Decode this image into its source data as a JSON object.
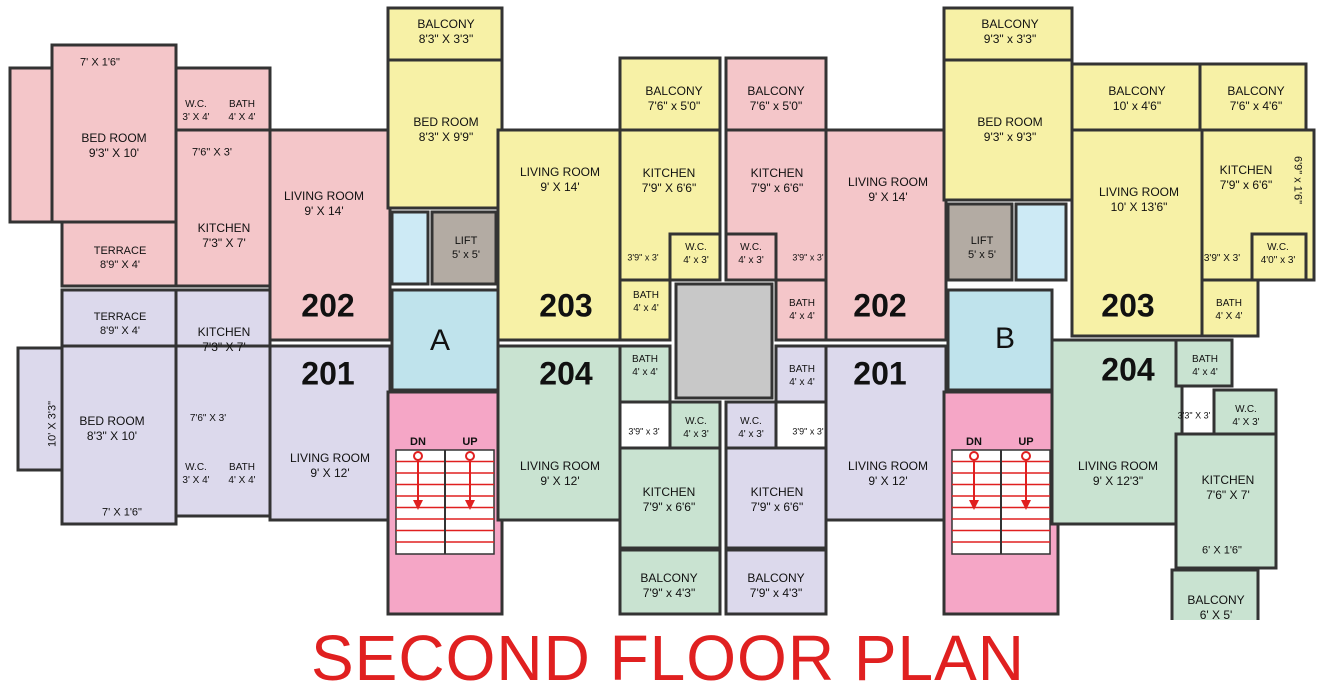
{
  "title": "SECOND FLOOR PLAN",
  "colors": {
    "unit_202": "#f4c6c9",
    "unit_201": "#dcd9ec",
    "unit_203": "#f7f1a6",
    "unit_204": "#c9e3d1",
    "wing_label": "#bfe3ec",
    "lift": "#b3aba3",
    "shaft": "#cdeaf5",
    "staircase": "#f5a6c6",
    "core": "#c8c8c8",
    "title": "#e02020",
    "walls": "#333333",
    "stair_arrow": "#e02020"
  },
  "flats": [
    "202",
    "201",
    "203",
    "204",
    "202",
    "201",
    "203",
    "204"
  ],
  "wings": [
    "A",
    "B"
  ],
  "stairs": {
    "down": "DN",
    "up": "UP"
  },
  "rooms": [
    {
      "name": "",
      "size": "7' X 1'6\""
    },
    {
      "name": "BED ROOM",
      "size": "9'3\" X 10'"
    },
    {
      "name": "W.C.",
      "size": "3' X 4'"
    },
    {
      "name": "BATH",
      "size": "4' X 4'"
    },
    {
      "name": "",
      "size": "7'6\" X 3'"
    },
    {
      "name": "KITCHEN",
      "size": "7'3\" X 7'"
    },
    {
      "name": "TERRACE",
      "size": "8'9\" X 4'"
    },
    {
      "name": "LIVING ROOM",
      "size": "9' X 14'"
    },
    {
      "name": "TERRACE",
      "size": "8'9\" X 4'"
    },
    {
      "name": "KITCHEN",
      "size": "7'3\" X 7'"
    },
    {
      "name": "BED ROOM",
      "size": "8'3\" X 10'"
    },
    {
      "name": "",
      "size": "7'6\" X 3'"
    },
    {
      "name": "W.C.",
      "size": "3' X 4'"
    },
    {
      "name": "BATH",
      "size": "4' X 4'"
    },
    {
      "name": "",
      "size": "7' X 1'6\""
    },
    {
      "name": "",
      "size": "10' X 3'3\""
    },
    {
      "name": "LIVING ROOM",
      "size": "9' X 12'"
    },
    {
      "name": "BALCONY",
      "size": "8'3\" X 3'3\""
    },
    {
      "name": "BED ROOM",
      "size": "8'3\" X 9'9\""
    },
    {
      "name": "LIFT",
      "size": "5' x 5'"
    },
    {
      "name": "BALCONY",
      "size": "7'6\" x 5'0\""
    },
    {
      "name": "LIVING ROOM",
      "size": "9' X 14'"
    },
    {
      "name": "KITCHEN",
      "size": "7'9\" X 6'6\""
    },
    {
      "name": "",
      "size": "3'9\" x 3'"
    },
    {
      "name": "W.C.",
      "size": "4' x 3'"
    },
    {
      "name": "BATH",
      "size": "4' x 4'"
    },
    {
      "name": "BATH",
      "size": "4' x 4'"
    },
    {
      "name": "",
      "size": "3'9\" x 3'"
    },
    {
      "name": "W.C.",
      "size": "4' x 3'"
    },
    {
      "name": "LIVING ROOM",
      "size": "9' X 12'"
    },
    {
      "name": "KITCHEN",
      "size": "7'9\" x 6'6\""
    },
    {
      "name": "BALCONY",
      "size": "7'9\" x 4'3\""
    },
    {
      "name": "BALCONY",
      "size": "7'6\" x 5'0\""
    },
    {
      "name": "KITCHEN",
      "size": "7'9\" x 6'6\""
    },
    {
      "name": "W.C.",
      "size": "4' x 3'"
    },
    {
      "name": "",
      "size": "3'9\" x 3'"
    },
    {
      "name": "BATH",
      "size": "4' x 4'"
    },
    {
      "name": "LIVING ROOM",
      "size": "9' X 14'"
    },
    {
      "name": "BATH",
      "size": "4' x 4'"
    },
    {
      "name": "W.C.",
      "size": "4' x 3'"
    },
    {
      "name": "",
      "size": "3'9\" x 3'"
    },
    {
      "name": "KITCHEN",
      "size": "7'9\" x 6'6\""
    },
    {
      "name": "LIVING ROOM",
      "size": "9' X 12'"
    },
    {
      "name": "BALCONY",
      "size": "7'9\" x 4'3\""
    },
    {
      "name": "BALCONY",
      "size": "9'3\" x 3'3\""
    },
    {
      "name": "BED ROOM",
      "size": "9'3\" x 9'3\""
    },
    {
      "name": "LIFT",
      "size": "5' x 5'"
    },
    {
      "name": "BALCONY",
      "size": "10' x 4'6\""
    },
    {
      "name": "BALCONY",
      "size": "7'6\" x 4'6\""
    },
    {
      "name": "LIVING ROOM",
      "size": "10' X 13'6\""
    },
    {
      "name": "KITCHEN",
      "size": "7'9\" x 6'6\""
    },
    {
      "name": "",
      "size": "6'9\" x 1'6\""
    },
    {
      "name": "",
      "size": "3'9\" X 3'"
    },
    {
      "name": "W.C.",
      "size": "4'0\" x 3'"
    },
    {
      "name": "BATH",
      "size": "4' X 4'"
    },
    {
      "name": "BATH",
      "size": "4' x 4'"
    },
    {
      "name": "",
      "size": "3'3\" X 3'"
    },
    {
      "name": "W.C.",
      "size": "4' X 3'"
    },
    {
      "name": "LIVING ROOM",
      "size": "9' X 12'3\""
    },
    {
      "name": "KITCHEN",
      "size": "7'6\" X 7'"
    },
    {
      "name": "",
      "size": "6' X 1'6\""
    },
    {
      "name": "BALCONY",
      "size": "6' X 5'"
    }
  ]
}
